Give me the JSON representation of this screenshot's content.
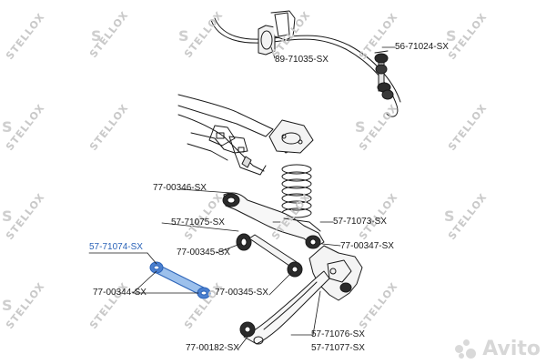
{
  "labels": {
    "p1": "89-71035-SX",
    "p2": "56-71024-SX",
    "p3": "77-00346-SX",
    "p4": "57-71075-SX",
    "p5": "57-71073-SX",
    "p6": "57-71074-SX",
    "p7": "77-00345-SX",
    "p8": "77-00347-SX",
    "p9": "77-00344-SX",
    "p10": "77-00345-SX",
    "p11": "57-71076-SX",
    "p12": "77-00182-SX",
    "p13": "57-71077-SX"
  },
  "watermark": {
    "text": "STELLOX",
    "letter": "S",
    "avito": "Avito"
  },
  "colors": {
    "highlight": "#2b63b8",
    "lines": "#1a1a1a",
    "watermark": "#cfcfcf"
  }
}
